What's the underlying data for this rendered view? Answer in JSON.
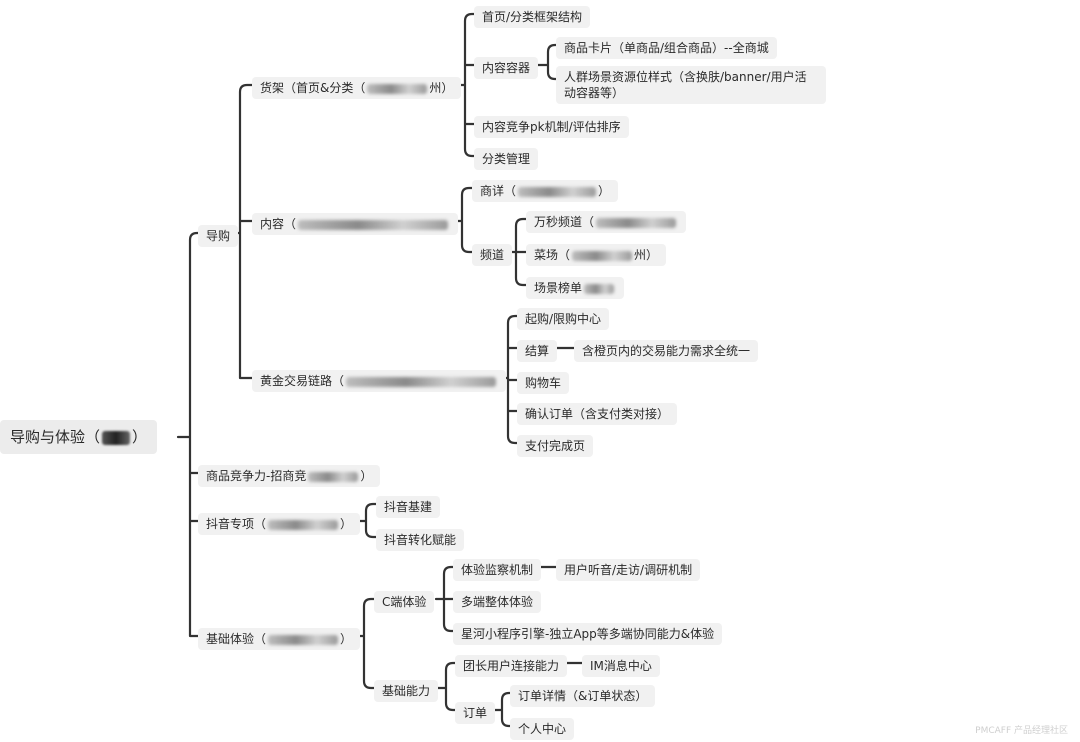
{
  "root": {
    "label": "导购与体验（",
    "label_tail": "）"
  },
  "l1": {
    "guide": "导购",
    "compete": "商品竞争力-招商竞",
    "compete_tail": "）",
    "douyin": "抖音专项（",
    "douyin_tail": "）",
    "basic": "基础体验（",
    "basic_tail": "）"
  },
  "guide": {
    "shelf": "货架（首页&分类（",
    "shelf_tail": "州）",
    "content": "内容（",
    "golden": "黄金交易链路（"
  },
  "shelf": {
    "frame": "首页/分类框架结构",
    "container": "内容容器",
    "card": "商品卡片（单商品/组合商品）--全商城",
    "crowd": "人群场景资源位样式（含换肤/banner/用户活动容器等）",
    "pk": "内容竞争pk机制/评估排序",
    "category": "分类管理"
  },
  "content": {
    "detail": "商详（",
    "detail_tail": "）",
    "channel": "频道",
    "wanmiao": "万秒频道（",
    "caichang": "菜场（",
    "caichang_tail": "州）",
    "ranking": "场景榜单"
  },
  "golden": {
    "limit": "起购/限购中心",
    "checkout": "结算",
    "checkout_note": "含橙页内的交易能力需求全统一",
    "cart": "购物车",
    "confirm": "确认订单（含支付类对接）",
    "paydone": "支付完成页"
  },
  "douyin": {
    "base": "抖音基建",
    "convert": "抖音转化赋能"
  },
  "basic": {
    "c_side": "C端体验",
    "monitor": "体验监察机制",
    "monitor_note": "用户听音/走访/调研机制",
    "multi": "多端整体体验",
    "xinghe": "星河小程序引擎-独立App等多端协同能力&体验",
    "ability": "基础能力",
    "leader": "团长用户连接能力",
    "leader_note": "IM消息中心",
    "order": "订单",
    "order_detail": "订单详情（&订单状态）",
    "personal": "个人中心"
  },
  "watermark": "PMCAFF 产品经理社区"
}
